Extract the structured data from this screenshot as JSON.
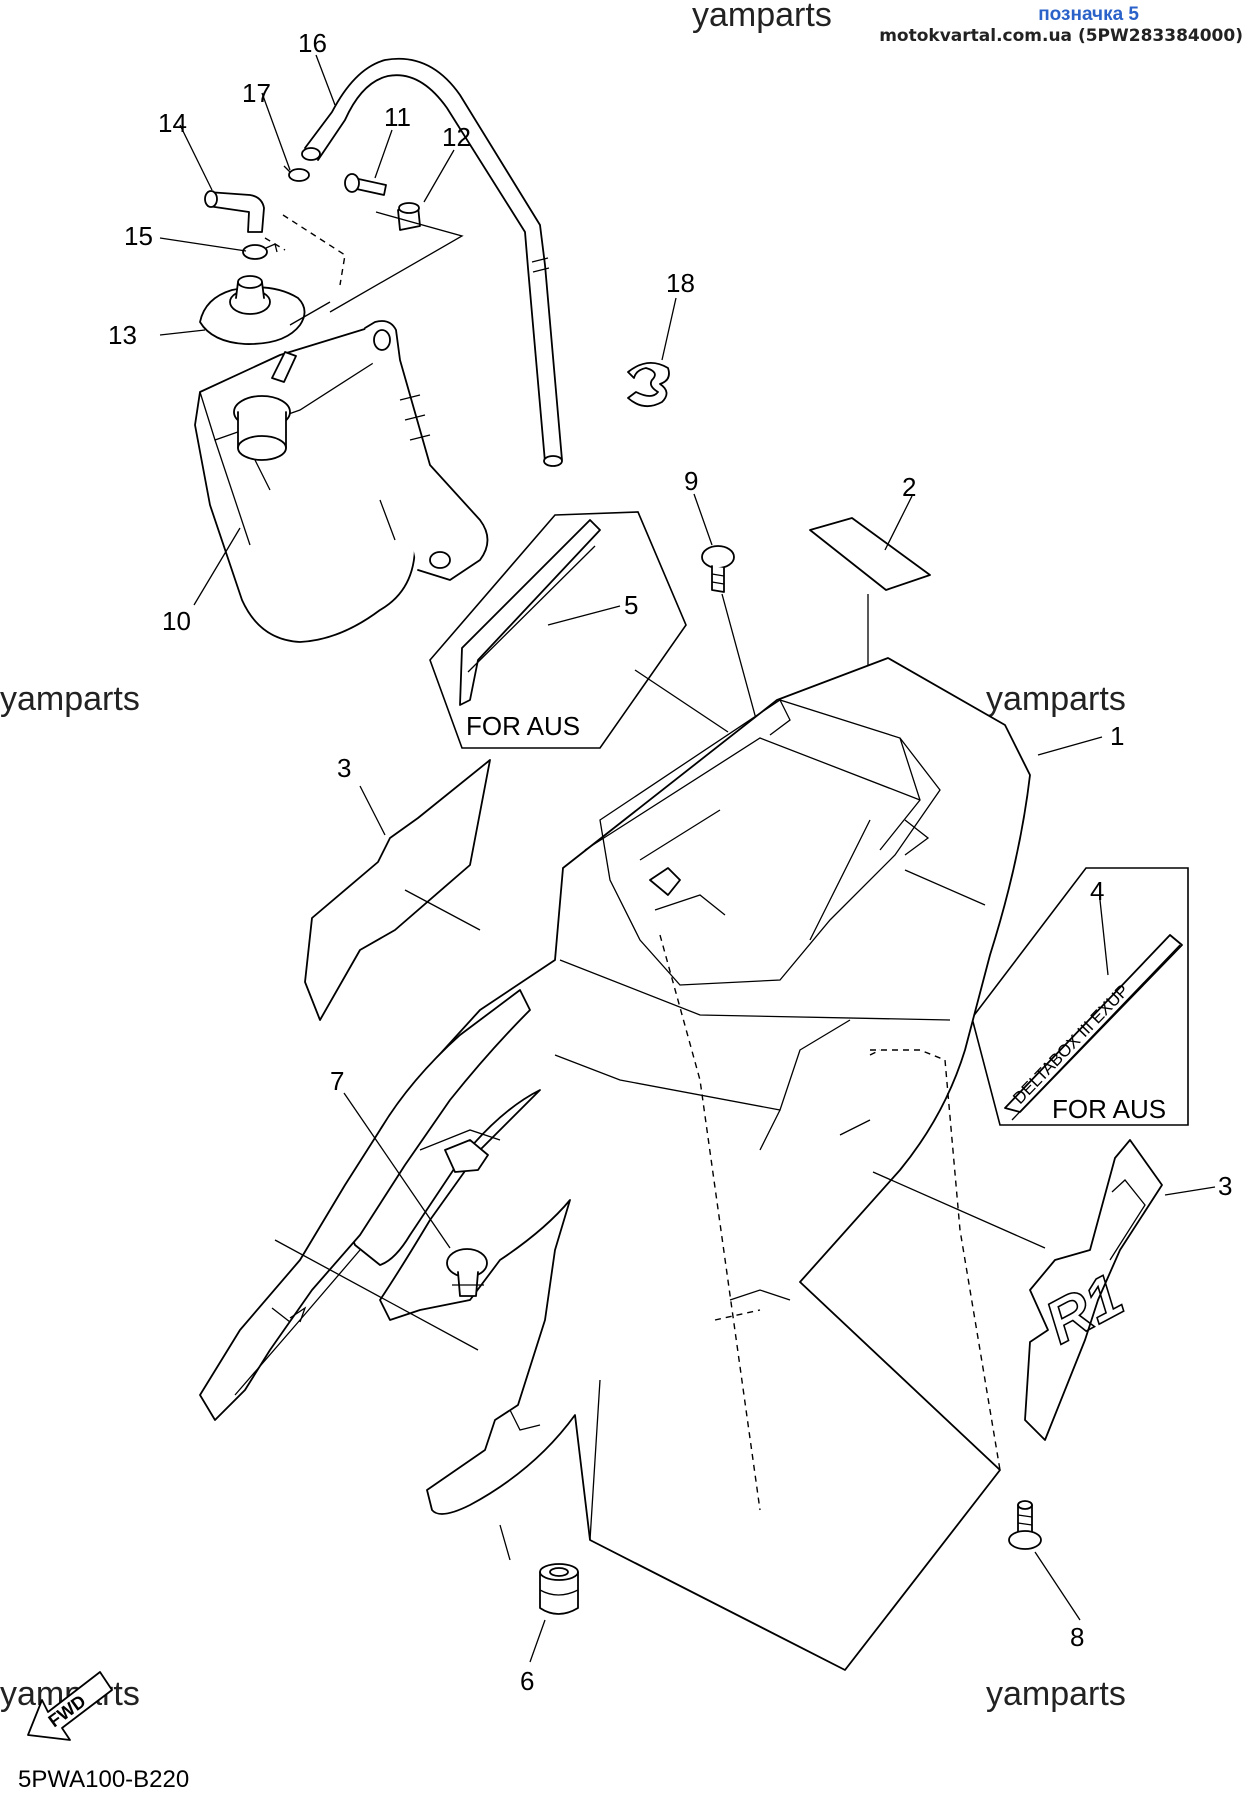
{
  "header": {
    "label": "позначка 5",
    "site": "motokvartal.com.ua (5PW283384000)"
  },
  "watermarks": [
    "yamparts",
    "yamparts",
    "yamparts",
    "yamparts",
    "yamparts",
    "yamparts"
  ],
  "callouts": [
    "1",
    "2",
    "3",
    "3",
    "4",
    "5",
    "6",
    "7",
    "8",
    "9",
    "10",
    "11",
    "12",
    "13",
    "14",
    "15",
    "16",
    "17",
    "18"
  ],
  "inset_labels": {
    "left": "FOR AUS",
    "right": "FOR AUS"
  },
  "decal_4_text": "DELTABOX III   EXUP",
  "decal_3_text": "R1",
  "fwd_label": "FWD",
  "diagram_code": "5PWA100-B220",
  "colors": {
    "header_label": "#2a62c9",
    "ink": "#000000"
  }
}
